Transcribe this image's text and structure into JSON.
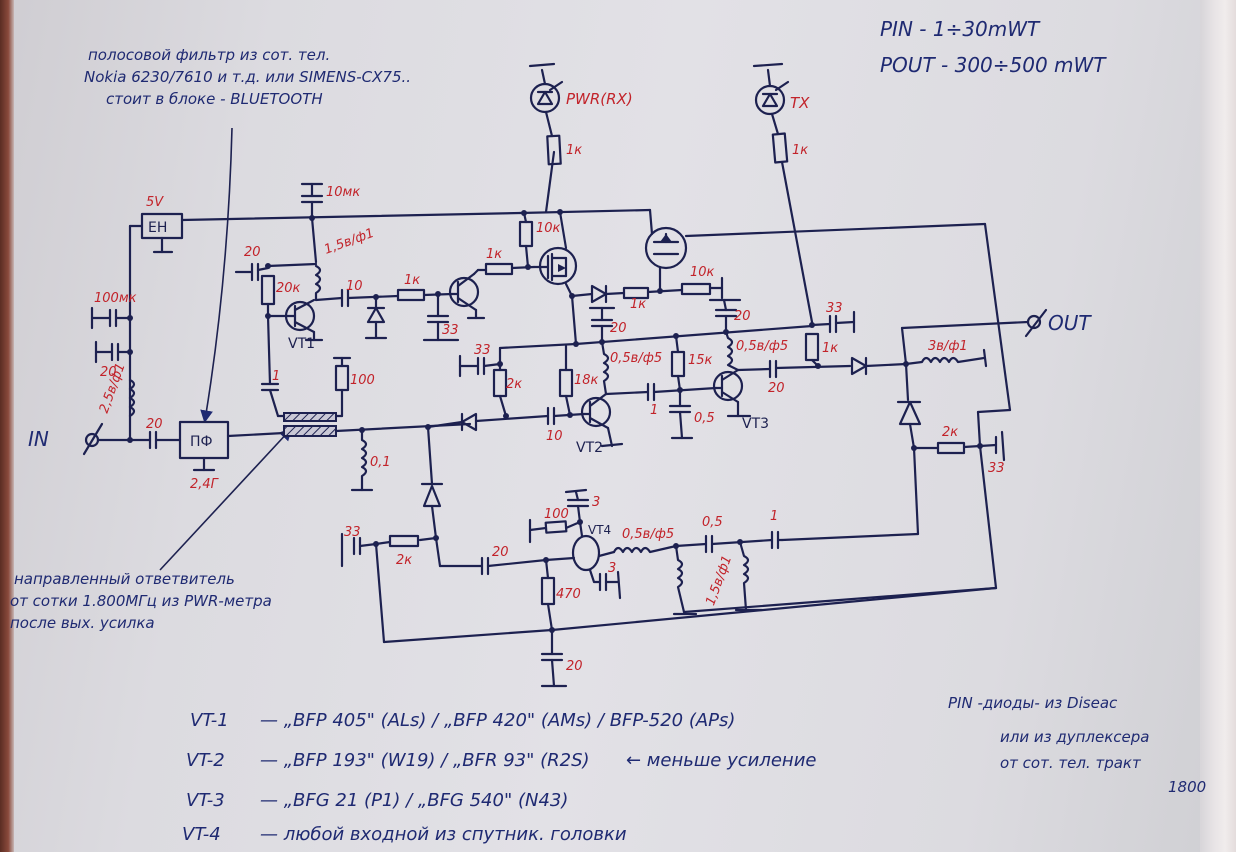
{
  "specs": {
    "pin": "PIN - 1÷30mWT",
    "pout": "POUT - 300÷500 mWT"
  },
  "notes": {
    "bandpass_filter": [
      "полосовой фильтр из сот. тел.",
      "Nokia 6230/7610 и т.д. или SIMENS-CX75..",
      "стоит в блоке - BLUETOOTH"
    ],
    "directional_coupler": [
      "направленный ответвитель",
      "от сотки 1.800МГц из PWR-метра",
      "после вых. усилка"
    ],
    "pin_diodes": [
      "PIN -диоды- из Diseac",
      "или из дуплексера",
      "от сот. тел. тракт",
      "1800"
    ]
  },
  "terminals": {
    "input": "IN",
    "output": "OUT"
  },
  "blocks": {
    "regulator": "ЕН",
    "regulator_voltage": "5V",
    "filter": "ПФ",
    "filter_freq": "2,4Г"
  },
  "leds": {
    "pwr": "PWR(RX)",
    "tx": "TX"
  },
  "transistors": {
    "vt1": "VT1",
    "vt2": "VT2",
    "vt3": "VT3",
    "vt4": "VT4"
  },
  "component_values": {
    "c_10mk": "10мк",
    "c_100mk": "100мк",
    "c_20_a": "20",
    "l_2_5v": "2,5в/ф1",
    "c_20_in": "20",
    "c_20_vt1": "20",
    "r_20k": "20к",
    "l_1_5v_vt1": "1,5в/ф1",
    "c_10": "10",
    "c_1": "1",
    "r_100": "100",
    "r_1k_a": "1к",
    "c_33_a": "33",
    "r_1k_b": "1к",
    "r_10k_a": "10к",
    "r_1k_pwr": "1к",
    "r_1k_tx": "1к",
    "r_1k_c": "1к",
    "r_10k_b": "10к",
    "c_20_b": "20",
    "c_20_c": "20",
    "c_33_b": "33",
    "r_2k_a": "2к",
    "r_18k": "18к",
    "l_0_5v_a": "0,5в/ф5",
    "c_10_b": "10",
    "c_1_b": "1",
    "r_15k": "15к",
    "c_0_5": "0,5",
    "l_0_5v_b": "0,5в/ф5",
    "c_20_d": "20",
    "c_33_c": "33",
    "r_1k_d": "1к",
    "l_3v": "3в/ф1",
    "r_2k_b": "2к",
    "c_33_d": "33",
    "l_0_1": "0,1",
    "c_33_e": "33",
    "r_2k_c": "2к",
    "c_20_e": "20",
    "r_100_b": "100",
    "c_3_a": "3",
    "c_3_b": "3",
    "r_470": "470",
    "l_0_5v_c": "0,5в/ф5",
    "c_0_5_b": "0,5",
    "c_1_c": "1",
    "l_1_5v_b": "1,5в/ф1",
    "c_20_f": "20"
  },
  "parts_list": [
    {
      "ref": "VT-1",
      "desc": "— „BFP 405\" (ALs) / „BFP 420\" (AMs) / BFP-520 (APs)"
    },
    {
      "ref": "VT-2",
      "desc": "— „BFP 193\" (W19) / „BFR 93\" (R2S)",
      "note": "← меньше усиление"
    },
    {
      "ref": "VT-3",
      "desc": "— „BFG 21 (P1) / „BFG 540\" (N43)"
    },
    {
      "ref": "VT-4",
      "desc": "— любой входной из спутник. головки"
    }
  ]
}
